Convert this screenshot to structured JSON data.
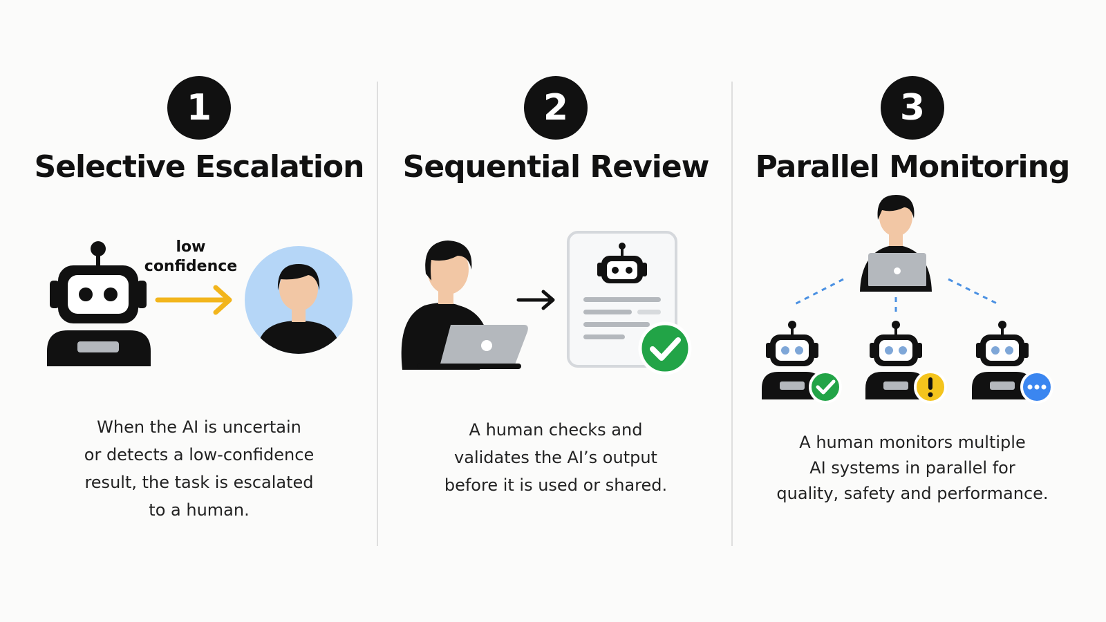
{
  "steps": [
    {
      "number": "1",
      "title": "Selective Escalation",
      "label": "low confidence",
      "label_lines": [
        "low",
        "confidence"
      ],
      "description_lines": [
        "When the AI is uncertain",
        "or detects a low-confidence",
        "result, the task is escalated",
        "to a human."
      ]
    },
    {
      "number": "2",
      "title": "Sequential Review",
      "description_lines": [
        "A human checks and",
        "validates the AI’s output",
        "before it is used or shared."
      ]
    },
    {
      "number": "3",
      "title": "Parallel Monitoring",
      "description_lines": [
        "A human monitors multiple",
        "AI systems in parallel for",
        "quality, safety and performance."
      ]
    }
  ],
  "colors": {
    "ink": "#111111",
    "arrow": "#f2b51c",
    "avatar_bg": "#b5d6f7",
    "skin": "#f2c7a5",
    "laptop": "#b4b8bd",
    "check": "#22a447",
    "warning": "#f4c41d",
    "pending": "#3b86f0",
    "robot_eye": "#7fa7d8",
    "dashed": "#4a90e2"
  },
  "icons": [
    "robot-icon",
    "arrow-right-icon",
    "human-avatar-icon",
    "laptop-icon",
    "document-icon",
    "check-badge-icon",
    "warning-badge-icon",
    "pending-badge-icon"
  ]
}
